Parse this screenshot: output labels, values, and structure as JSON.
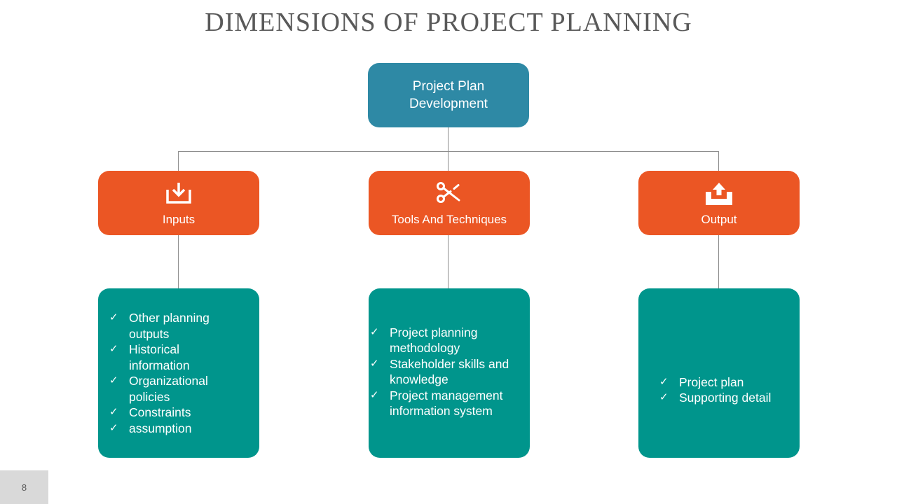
{
  "title": "DIMENSIONS OF PROJECT PLANNING",
  "root": {
    "label": "Project Plan Development"
  },
  "categories": [
    {
      "label": "Inputs",
      "icon": "download-tray-icon"
    },
    {
      "label": "Tools And Techniques",
      "icon": "tools-icon"
    },
    {
      "label": "Output",
      "icon": "upload-tray-icon"
    }
  ],
  "details": [
    {
      "items": [
        "Other planning outputs",
        "Historical information",
        "Organizational policies",
        "Constraints",
        "assumption"
      ]
    },
    {
      "items": [
        "Project planning methodology",
        "Stakeholder skills and knowledge",
        "Project management information system"
      ]
    },
    {
      "items": [
        "Project plan",
        "Supporting detail"
      ]
    }
  ],
  "check_mark": "✓",
  "slide_number": "8",
  "colors": {
    "root": "#2e89a5",
    "category": "#eb5624",
    "detail": "#00958c",
    "connector": "#8c8c8c"
  }
}
